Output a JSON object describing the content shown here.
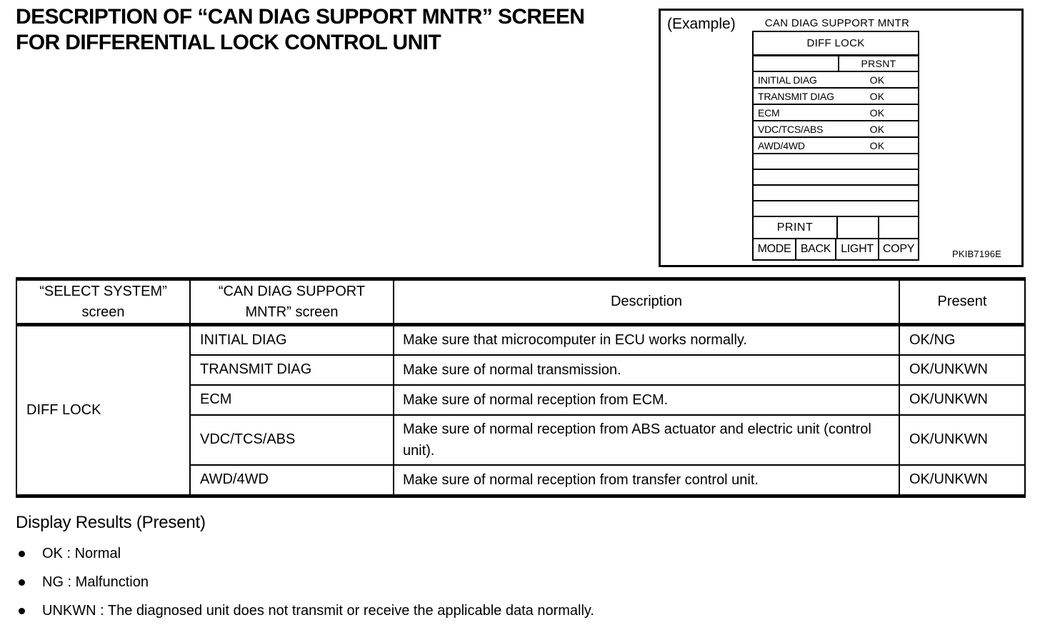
{
  "page": {
    "title": "DESCRIPTION OF “CAN DIAG SUPPORT MNTR” SCREEN\nFOR DIFFERENTIAL LOCK CONTROL UNIT"
  },
  "example": {
    "label": "(Example)",
    "screen_title": "CAN DIAG SUPPORT MNTR",
    "screen": {
      "system": "DIFF LOCK",
      "column_header": "PRSNT",
      "rows": [
        {
          "label": "INITIAL DIAG",
          "value": "OK"
        },
        {
          "label": "TRANSMIT DIAG",
          "value": "OK"
        },
        {
          "label": "ECM",
          "value": "OK"
        },
        {
          "label": "VDC/TCS/ABS",
          "value": "OK"
        },
        {
          "label": "AWD/4WD",
          "value": "OK"
        }
      ],
      "print_button": "PRINT",
      "bottom_buttons": [
        "MODE",
        "BACK",
        "LIGHT",
        "COPY"
      ]
    },
    "figure_code": "PKIB7196E"
  },
  "table": {
    "headers": {
      "select_system": "“SELECT SYSTEM”\nscreen",
      "mntr_screen": "“CAN DIAG SUPPORT\nMNTR” screen",
      "description": "Description",
      "present": "Present"
    },
    "system": "DIFF LOCK",
    "rows": [
      {
        "mntr": "INITIAL DIAG",
        "description": "Make sure that microcomputer in ECU works normally.",
        "present": "OK/NG"
      },
      {
        "mntr": "TRANSMIT DIAG",
        "description": "Make sure of normal transmission.",
        "present": "OK/UNKWN"
      },
      {
        "mntr": "ECM",
        "description": "Make sure of normal reception from ECM.",
        "present": "OK/UNKWN"
      },
      {
        "mntr": "VDC/TCS/ABS",
        "description": "Make sure of normal reception from ABS actuator and electric unit (control unit).",
        "present": "OK/UNKWN"
      },
      {
        "mntr": "AWD/4WD",
        "description": "Make sure of normal reception from transfer control unit.",
        "present": "OK/UNKWN"
      }
    ]
  },
  "results": {
    "heading": "Display Results (Present)",
    "items": [
      "OK : Normal",
      "NG : Malfunction",
      "UNKWN : The diagnosed unit does not transmit or receive the applicable data normally."
    ]
  }
}
